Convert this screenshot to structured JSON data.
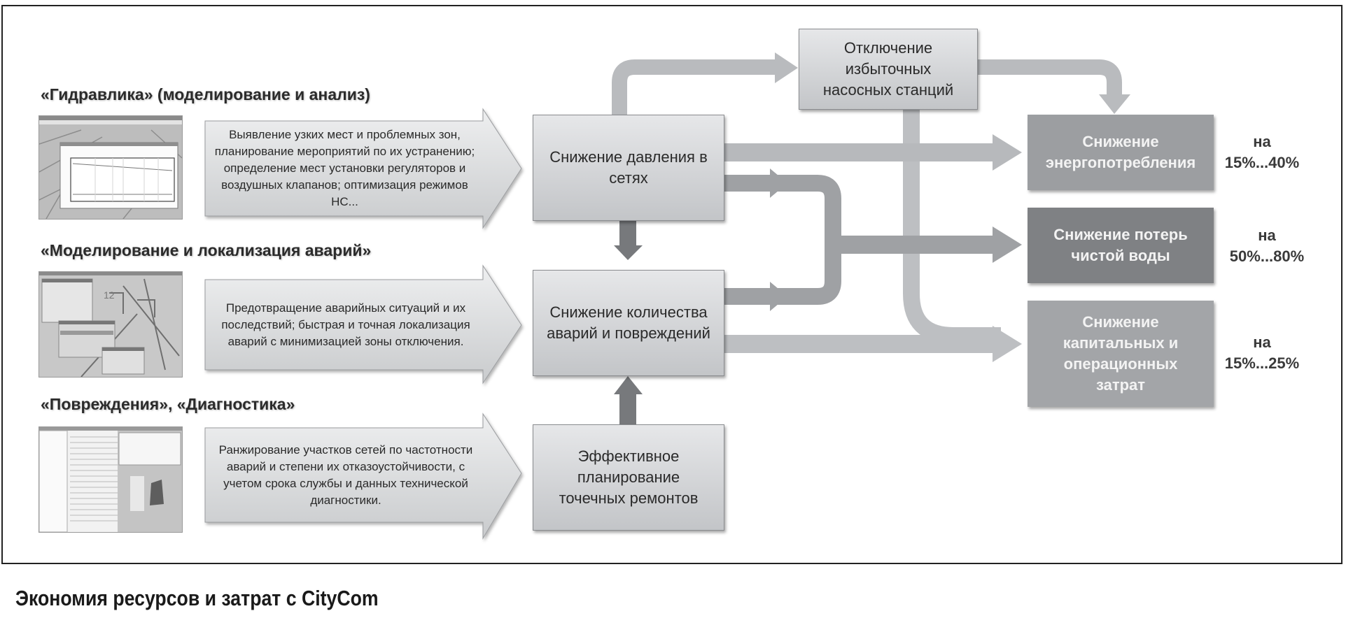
{
  "caption": "Экономия ресурсов и затрат с CityCom",
  "modules": [
    {
      "title": "«Гидравлика» (моделирование и анализ)",
      "thumbnail_icon": "hydraulics-screenshot-icon",
      "description": "Выявление узких мест и проблемных зон, планирование мероприятий по их устранению; определение мест установки регуляторов и воздушных клапанов; оптимизация режимов НС..."
    },
    {
      "title": "«Моделирование и локализация аварий»",
      "thumbnail_icon": "accident-map-screenshot-icon",
      "description": "Предотвращение аварийных ситуаций и их последствий; быстрая и точная локализация аварий с минимизацией зоны отключения."
    },
    {
      "title": "«Повреждения», «Диагностика»",
      "thumbnail_icon": "diagnostics-screenshot-icon",
      "description": "Ранжирование участков сетей по частотности аварий и степени их отказоустойчивости, с учетом срока службы и данных технической диагностики."
    }
  ],
  "effects": {
    "pressure": "Снижение давления в сетях",
    "accidents": "Снижение количества аварий и повреждений",
    "repairs": "Эффективное планирование точечных ремонтов",
    "pumps": "Отключение избыточных насосных станций"
  },
  "results": [
    {
      "label": "Снижение энергопотребления",
      "prefix": "на",
      "range": "15%...40%",
      "color": "#9c9ea1"
    },
    {
      "label": "Снижение потерь чистой воды",
      "prefix": "на",
      "range": "50%...80%",
      "color": "#7f8184"
    },
    {
      "label": "Снижение капитальных и операционных затрат",
      "prefix": "на",
      "range": "15%...25%",
      "color": "#a3a5a8"
    }
  ],
  "colors": {
    "arrow_light": "#b9bbbe",
    "arrow_mid": "#9ea0a3",
    "arrow_dark": "#77797c",
    "frame": "#222222"
  }
}
